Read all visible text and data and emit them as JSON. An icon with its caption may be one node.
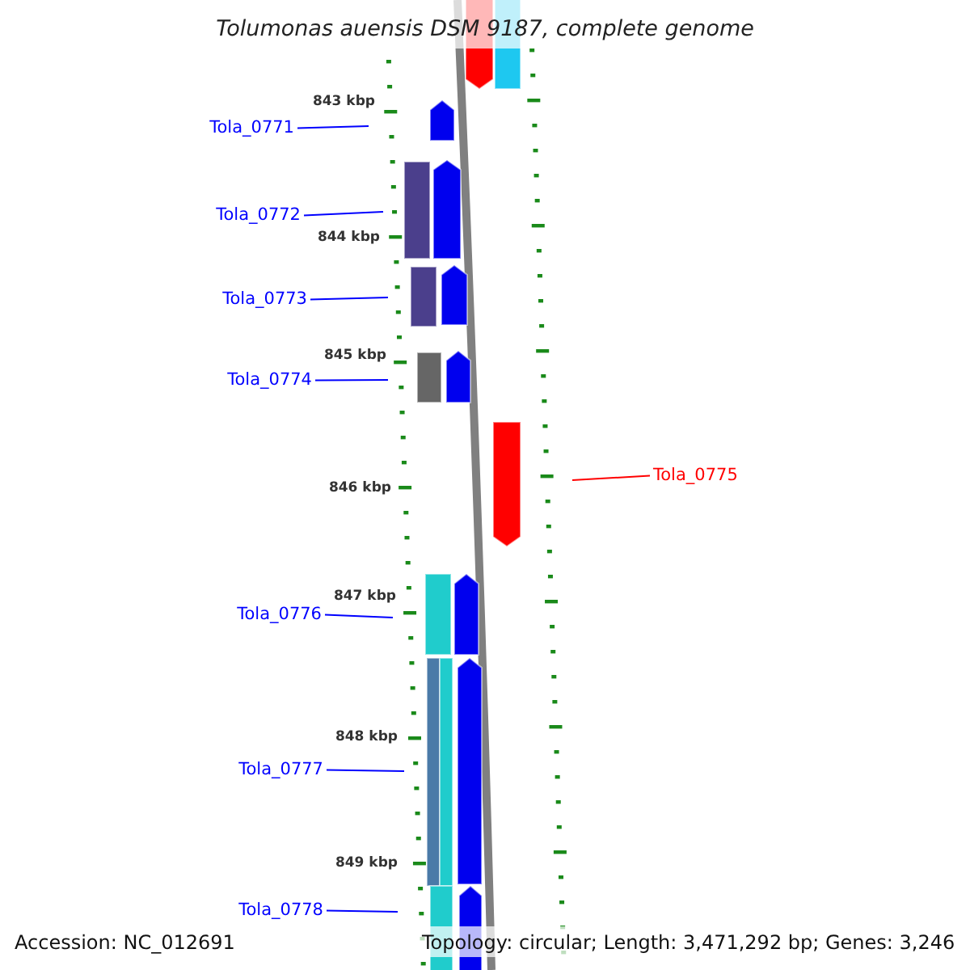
{
  "diagram": {
    "title": "Tolumonas auensis DSM 9187, complete genome",
    "nodes": [
      {
        "text": [
          "Tola_0771"
        ]
      },
      {
        "text": [
          "Tola_0772"
        ]
      },
      {
        "text": [
          "Tola_0773"
        ]
      },
      {
        "text": [
          "Tola_0774"
        ]
      },
      {
        "text": [
          "Tola_0775"
        ]
      },
      {
        "text": [
          "Tola_0776"
        ]
      },
      {
        "text": [
          "Tola_0777"
        ]
      },
      {
        "text": [
          "Tola_0778"
        ]
      }
    ],
    "edges": [
      {
        "from": 0,
        "to": null,
        "arrow": "none"
      },
      {
        "from": 1,
        "to": null,
        "arrow": "none"
      },
      {
        "from": 2,
        "to": null,
        "arrow": "none"
      },
      {
        "from": 3,
        "to": null,
        "arrow": "none"
      },
      {
        "from": 4,
        "to": null,
        "arrow": "none",
        "color": "#ff0000"
      },
      {
        "from": 5,
        "to": null,
        "arrow": "none"
      },
      {
        "from": 6,
        "to": null,
        "arrow": "none"
      },
      {
        "from": 7,
        "to": null,
        "arrow": "none"
      }
    ],
    "labels": [
      "843 kbp",
      "844 kbp",
      "845 kbp",
      "846 kbp",
      "847 kbp",
      "848 kbp",
      "849 kbp",
      "Accession: NC_012691",
      "Topology: circular; Length: 3,471,292 bp; Genes: 3,246"
    ]
  }
}
